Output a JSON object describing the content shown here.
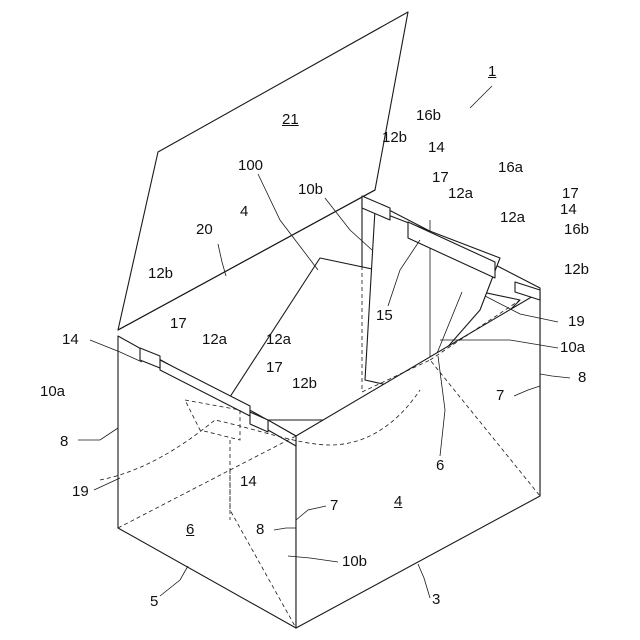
{
  "labels": {
    "l1": "1",
    "l21": "21",
    "l16b_top": "16b",
    "l12b_top": "12b",
    "l14_top": "14",
    "l100": "100",
    "l10b_top": "10b",
    "l17_top": "17",
    "l12a_top": "12a",
    "l16a": "16a",
    "l4_back": "4",
    "l20": "20",
    "l12a_right": "12a",
    "l14_right": "14",
    "l17_right": "17",
    "l16b_right": "16b",
    "l12b_left": "12b",
    "l12b_right": "12b",
    "l15": "15",
    "l19_right": "19",
    "l14_left": "14",
    "l17_left": "17",
    "l12a_left": "12a",
    "l12a_mid": "12a",
    "l10a_right": "10a",
    "l10a_left": "10a",
    "l17_front": "17",
    "l12b_front": "12b",
    "l8_right": "8",
    "l7_right": "7",
    "l8_left": "8",
    "l6_mid": "6",
    "l19_left": "19",
    "l14_front": "14",
    "l7_front": "7",
    "l4_front": "4",
    "l6_face": "6",
    "l8_front": "8",
    "l10b_front": "10b",
    "l5": "5",
    "l3": "3"
  }
}
